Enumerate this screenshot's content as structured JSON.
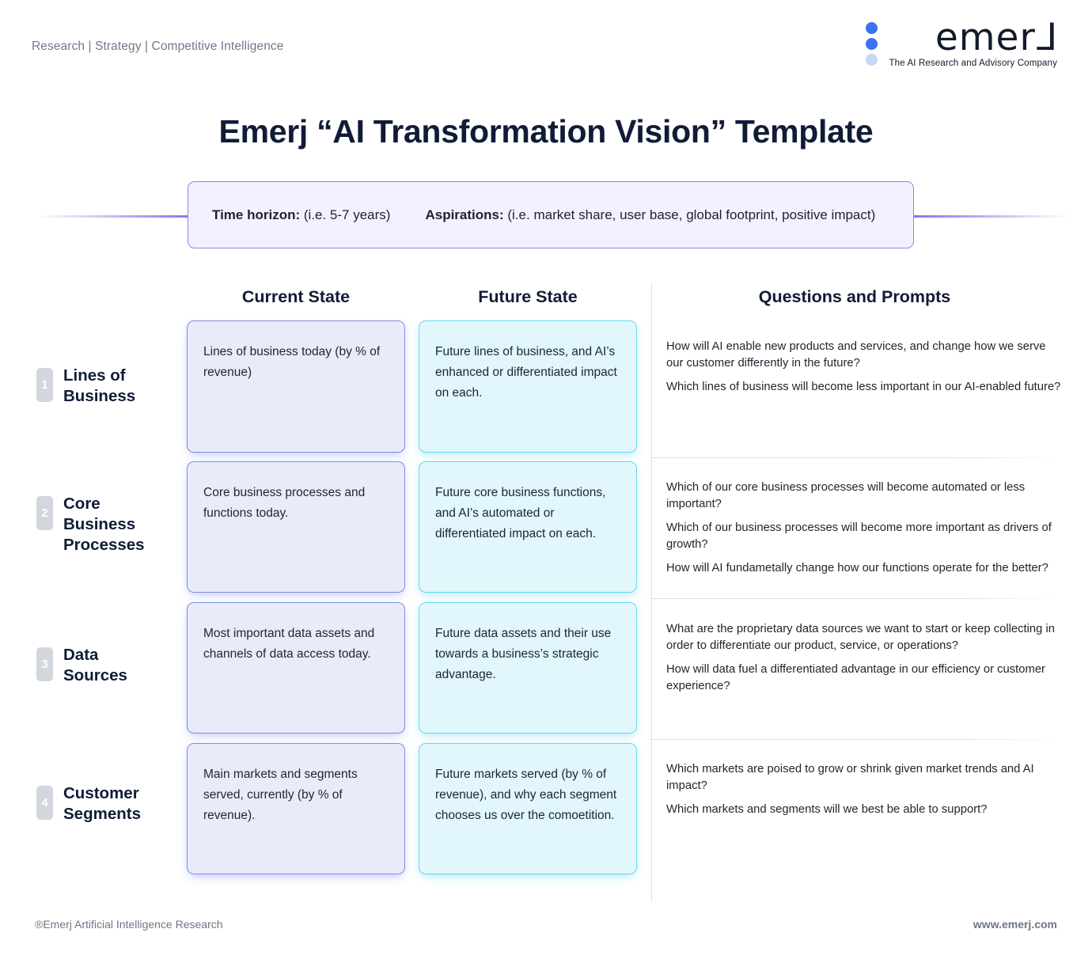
{
  "header": {
    "tagline": "Research | Strategy | Competitive Intelligence",
    "logo": {
      "wordmark_a": "emer",
      "wordmark_j": "L",
      "subtitle": "The AI Research and Advisory Company"
    }
  },
  "title": "Emerj “AI Transformation Vision” Template",
  "banner": {
    "time_horizon_label": "Time horizon:",
    "time_horizon_value": "(i.e. 5-7 years)",
    "aspirations_label": "Aspirations:",
    "aspirations_value": "(i.e. market share, user base, global footprint, positive impact)"
  },
  "columns": {
    "current_state": "Current State",
    "future_state": "Future State",
    "questions": "Questions and Prompts"
  },
  "rows": [
    {
      "number": "1",
      "label": "Lines of Business",
      "current": "Lines of business today (by % of revenue)",
      "future": "Future lines of business, and AI’s enhanced or differentiated impact on each.",
      "questions": [
        "How will AI enable new products and services, and change how we serve our customer differently in the future?",
        "Which lines of business will become less important in our AI-enabled future?"
      ]
    },
    {
      "number": "2",
      "label": "Core Business Processes",
      "current": "Core business processes and functions today.",
      "future": "Future core business functions, and AI’s automated or differentiated impact on each.",
      "questions": [
        "Which of our core business processes will become automated or less important?",
        "Which of our business processes will become more important as drivers of growth?",
        "How will AI fundametally change how our functions operate for the better?"
      ]
    },
    {
      "number": "3",
      "label": "Data Sources",
      "current": "Most important data assets and channels of data access today.",
      "future": "Future data assets and their use towards a business’s strategic advantage.",
      "questions": [
        "What are the proprietary data sources we want to start or keep collecting in order to differentiate our product, service, or operations?",
        "How will data fuel a differentiated advantage in our efficiency or customer experience?"
      ]
    },
    {
      "number": "4",
      "label": "Customer Segments",
      "current": "Main markets and segments served, currently (by % of revenue).",
      "future": "Future markets served (by % of revenue), and why each segment chooses us over the comoetition.",
      "questions": [
        "Which markets are poised to grow or shrink given market trends and AI impact?",
        "Which markets and segments will we best be able to support?"
      ]
    }
  ],
  "footer": {
    "left": "®Emerj Artificial Intelligence Research",
    "right": "www.emerj.com"
  },
  "colors": {
    "accent_purple": "#8b6ef0",
    "current_card_bg": "#e9ebfb",
    "current_card_border": "#7d8ee8",
    "future_card_bg": "#e1f7fb",
    "future_card_border": "#62d9ef",
    "badge_bg": "#d2d6dd",
    "logo_blue": "#3b72f0",
    "title_navy": "#101c36"
  }
}
